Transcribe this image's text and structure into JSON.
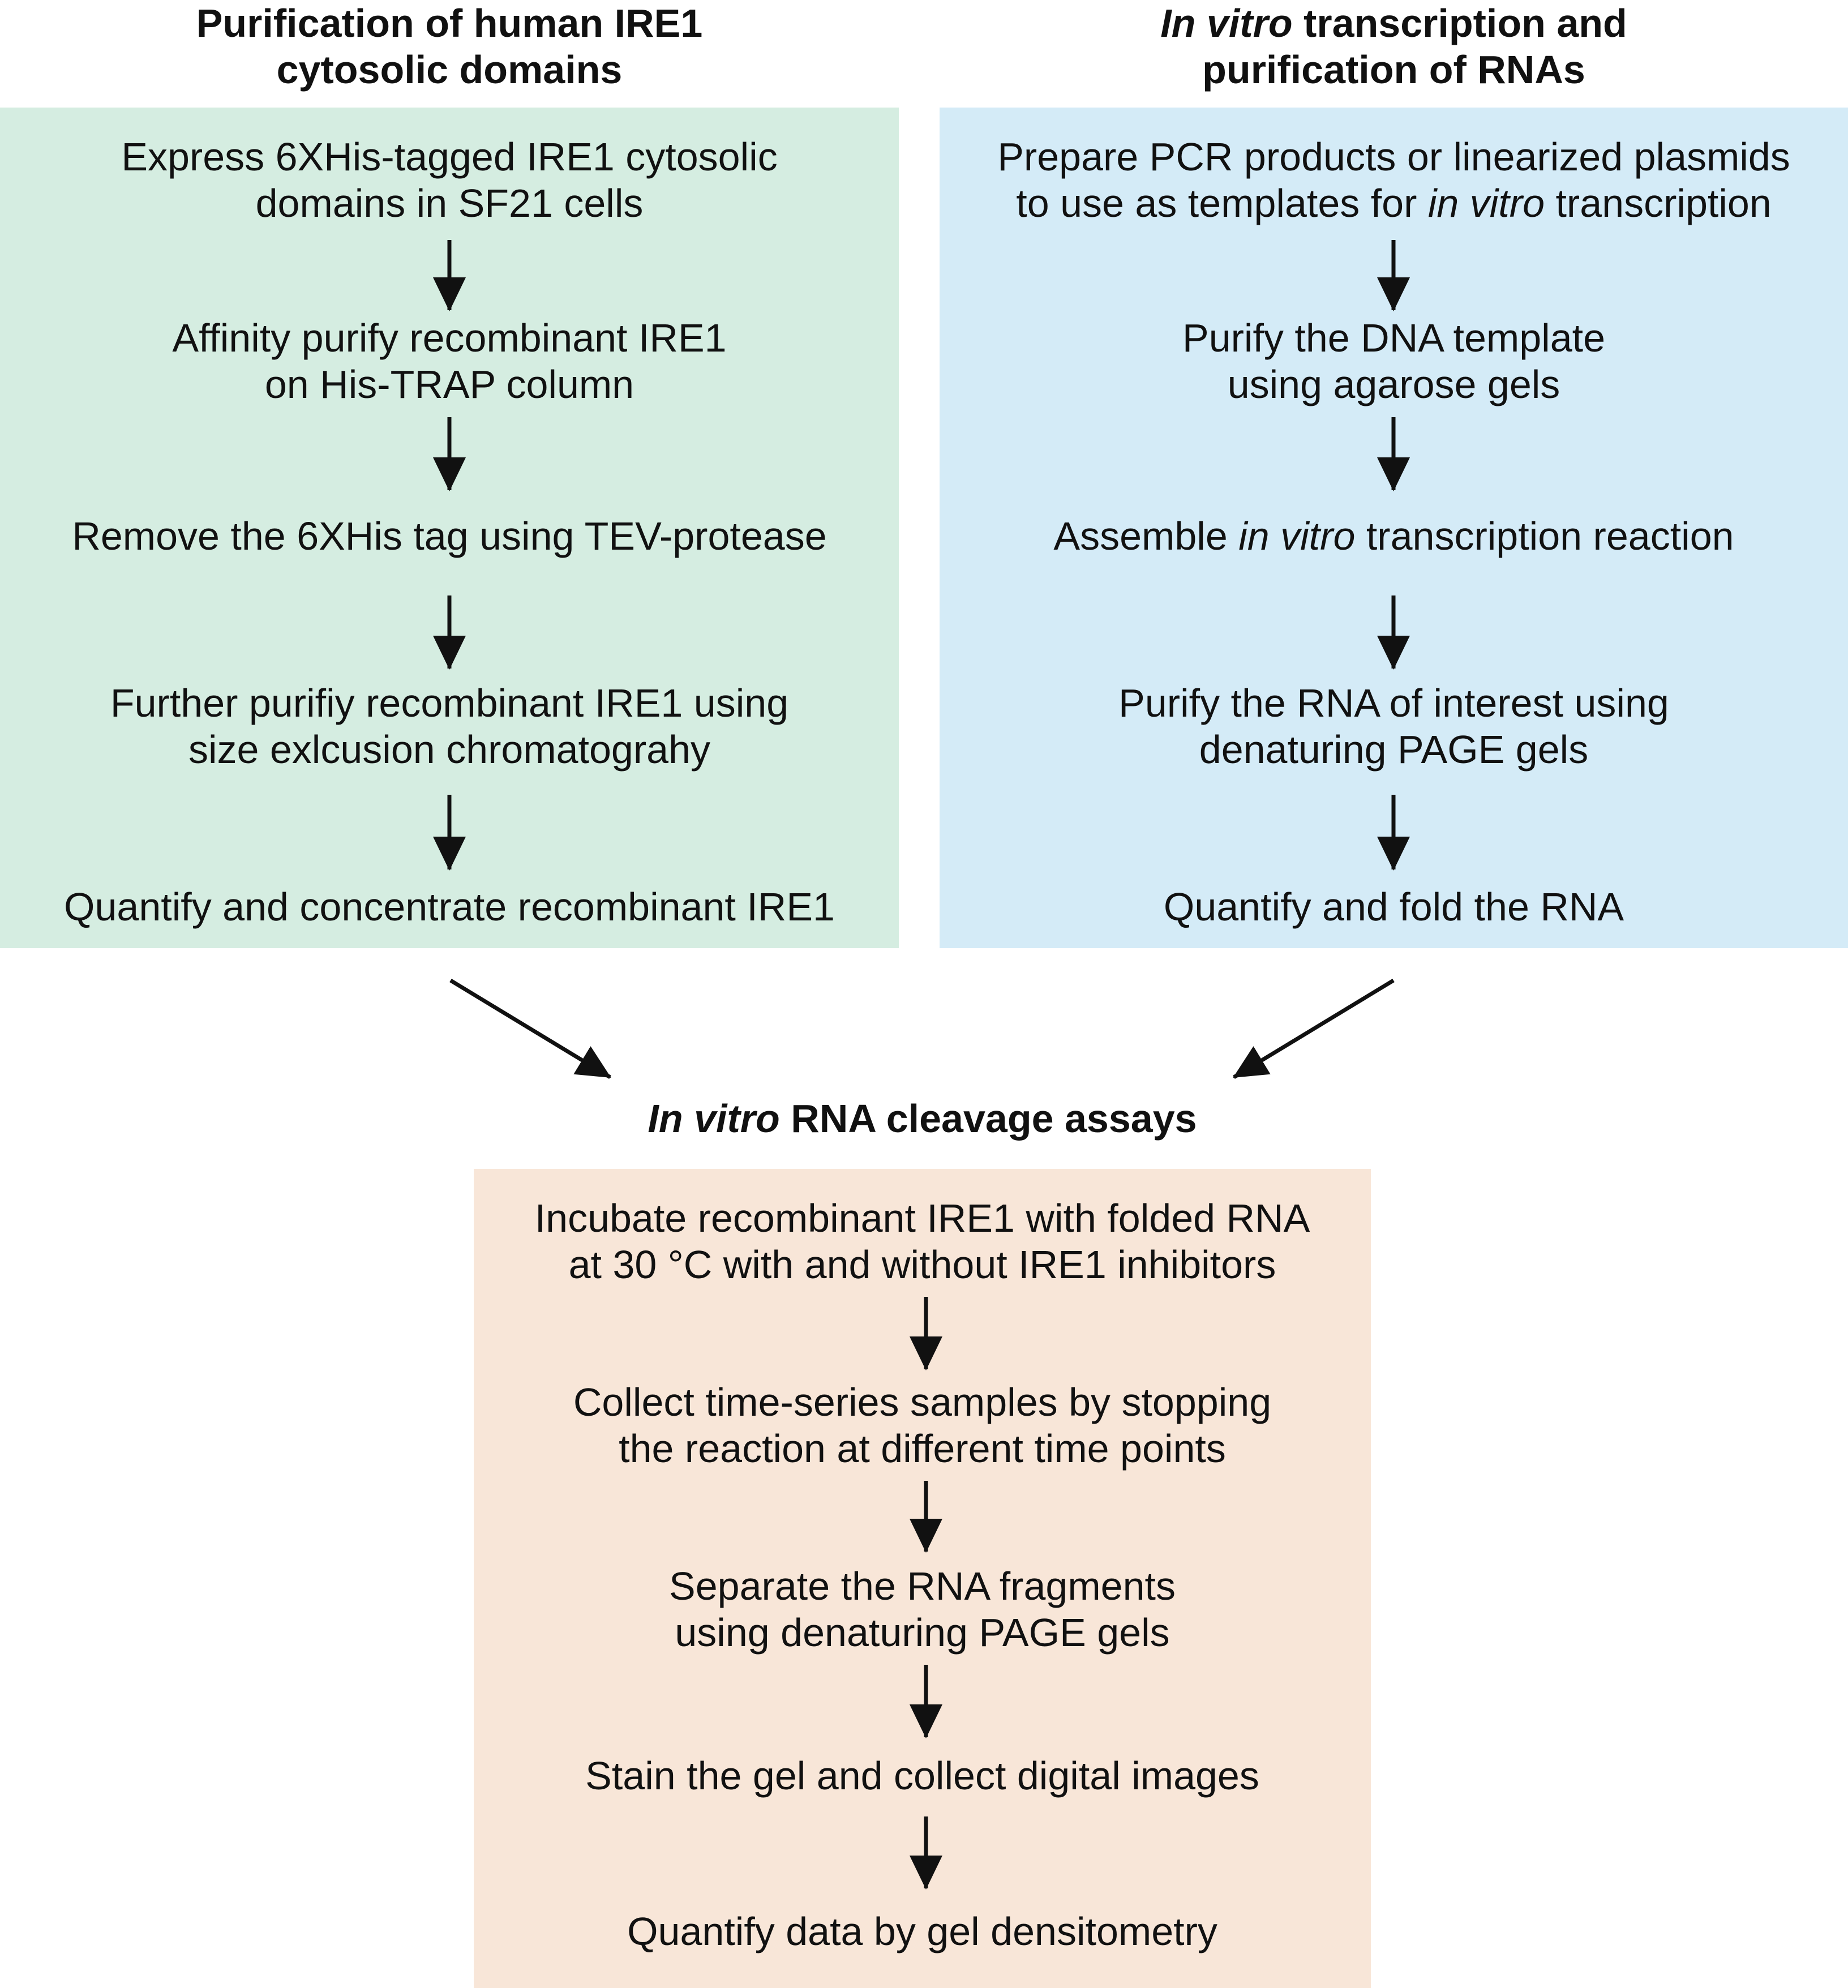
{
  "colors": {
    "left_box": "#d5ede1",
    "right_box": "#d4ebf7",
    "bottom_box": "#f8e6d8",
    "arrow": "#111111"
  },
  "left": {
    "title": [
      "Purification of human IRE1",
      "cytosolic domains"
    ],
    "steps": [
      [
        "Express 6XHis-tagged IRE1 cytosolic",
        "domains in SF21 cells"
      ],
      [
        "Affinity purify recombinant IRE1",
        "on His-TRAP column"
      ],
      [
        "Remove the 6XHis tag using TEV-protease"
      ],
      [
        "Further purifiy recombinant IRE1 using",
        "size exlcusion chromatograhy"
      ],
      [
        "Quantify and concentrate recombinant IRE1"
      ]
    ]
  },
  "right": {
    "title_line1": {
      "italic": "In vitro",
      "rest": " transcription and"
    },
    "title_line2": "purification of RNAs",
    "steps": {
      "s1_line1": "Prepare PCR products or linearized plasmids",
      "s1_line2": {
        "pre": "to use as templates for ",
        "italic": "in vitro",
        "post": " transcription"
      },
      "s2": [
        "Purify the DNA template",
        "using agarose gels"
      ],
      "s3": {
        "pre": "Assemble ",
        "italic": "in vitro",
        "post": " transcription reaction"
      },
      "s4": [
        "Purify the RNA of interest using",
        "denaturing PAGE gels"
      ],
      "s5": "Quantify and fold the RNA"
    }
  },
  "bottom": {
    "title": {
      "italic": "In vitro",
      "rest": " RNA cleavage assays"
    },
    "steps": [
      [
        "Incubate recombinant IRE1 with folded RNA",
        "at 30 °C with and without IRE1 inhibitors"
      ],
      [
        "Collect time-series samples by stopping",
        "the reaction at different time points"
      ],
      [
        "Separate the RNA fragments",
        "using denaturing PAGE gels"
      ],
      [
        "Stain the gel and collect digital images"
      ],
      [
        "Quantify data by gel densitometry"
      ]
    ]
  }
}
